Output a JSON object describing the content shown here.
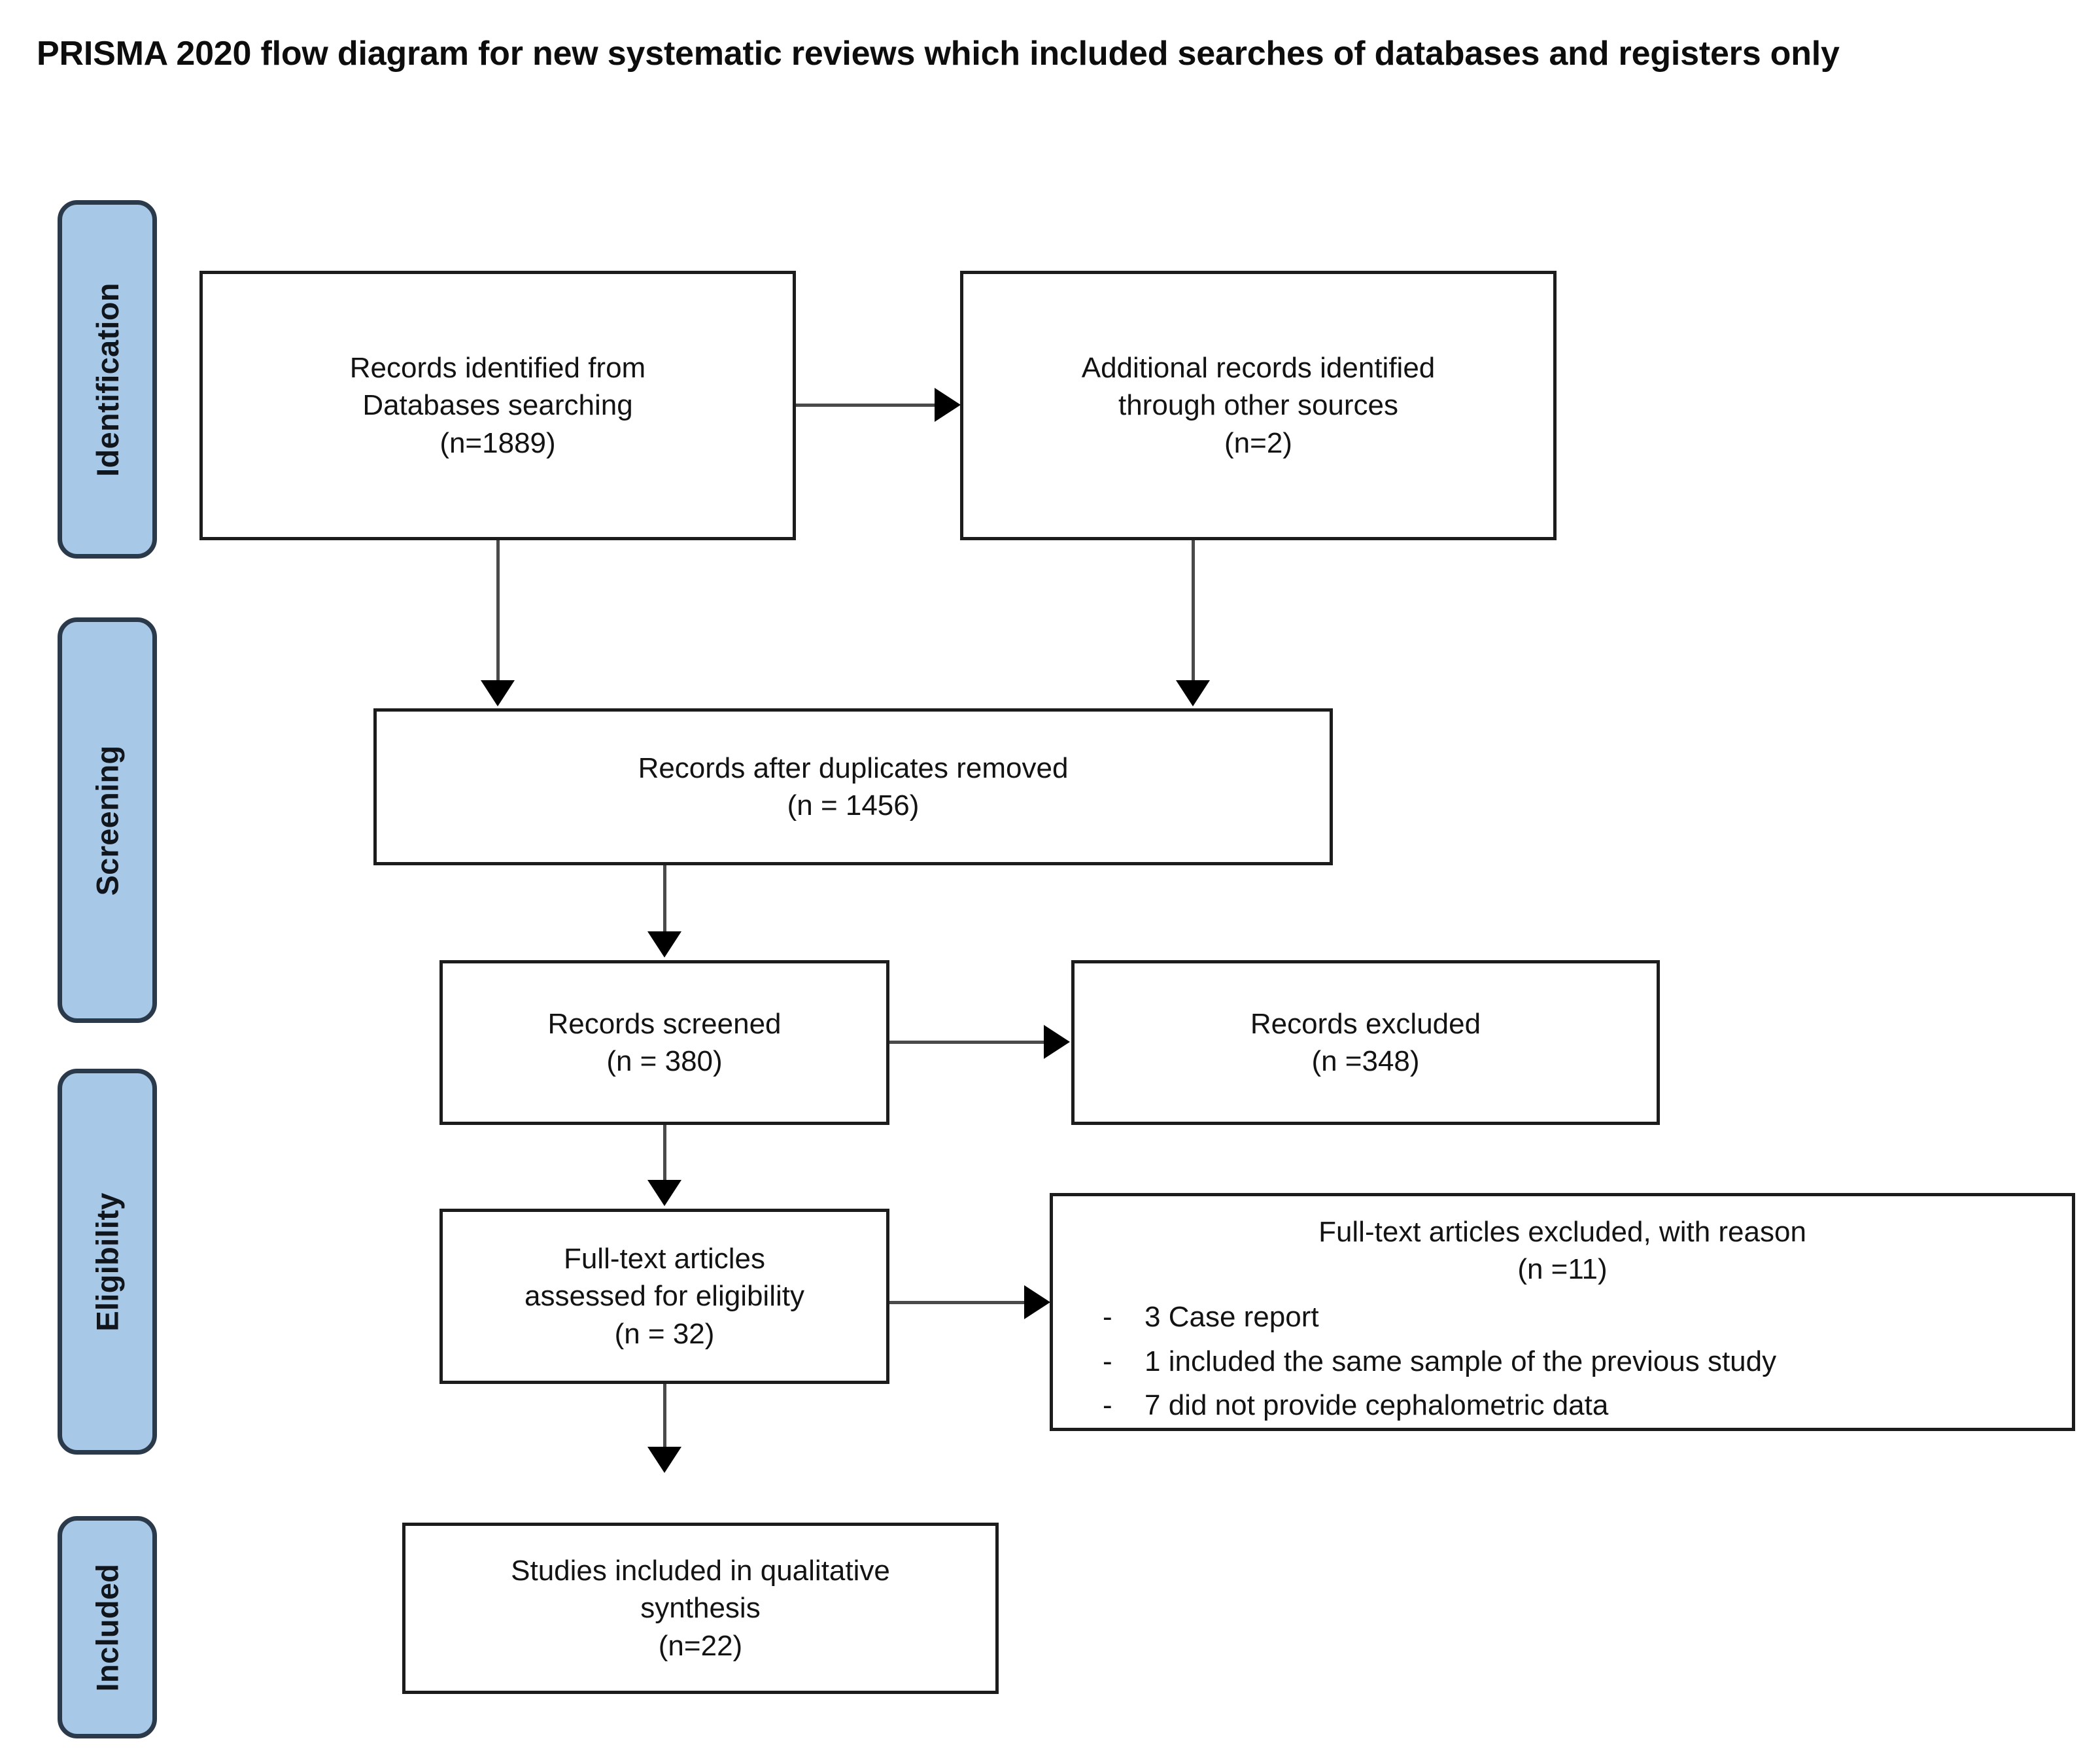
{
  "title": "PRISMA 2020 flow diagram for new systematic reviews which included searches of databases and registers only",
  "colors": {
    "phase_fill": "#a8c8e8",
    "phase_border": "#2b3a4a",
    "box_border": "#1c1c1c",
    "connector": "#4a4a4a",
    "text": "#131313"
  },
  "phases": [
    {
      "label": "Identification"
    },
    {
      "label": "Screening"
    },
    {
      "label": "Eligibility"
    },
    {
      "label": "Included"
    }
  ],
  "boxes": {
    "databases": {
      "line1": "Records identified from",
      "line2": "Databases searching",
      "count": "(n=1889)"
    },
    "other_sources": {
      "line1": "Additional records identified",
      "line2": "through other sources",
      "count": "(n=2)"
    },
    "after_duplicates": {
      "line1": "Records after duplicates removed",
      "count": "(n = 1456)"
    },
    "screened": {
      "line1": "Records screened",
      "count": "(n = 380)"
    },
    "records_excluded": {
      "line1": "Records excluded",
      "count": "(n =348)"
    },
    "fulltext_assessed": {
      "line1": "Full-text articles",
      "line2": "assessed for eligibility",
      "count": "(n = 32)"
    },
    "fulltext_excluded": {
      "heading": "Full-text articles excluded, with reason",
      "count": "(n =11)",
      "bullet_marker": "-",
      "reasons": [
        "3 Case report",
        "1 included the same sample of the previous study",
        "7 did not provide cephalometric data"
      ]
    },
    "included_studies": {
      "line1": "Studies included in qualitative",
      "line2": "synthesis",
      "count": "(n=22)"
    }
  },
  "chart_data": {
    "type": "flowchart",
    "title": "PRISMA 2020 flow diagram for new systematic reviews which included searches of databases and registers only",
    "nodes": [
      {
        "id": "databases",
        "phase": "Identification",
        "label": "Records identified from Databases searching",
        "n": 1889
      },
      {
        "id": "other_sources",
        "phase": "Identification",
        "label": "Additional records identified through other sources",
        "n": 2
      },
      {
        "id": "after_duplicates",
        "phase": "Screening",
        "label": "Records after duplicates removed",
        "n": 1456
      },
      {
        "id": "screened",
        "phase": "Screening",
        "label": "Records screened",
        "n": 380
      },
      {
        "id": "records_excluded",
        "phase": "Screening",
        "label": "Records excluded",
        "n": 348
      },
      {
        "id": "fulltext_assessed",
        "phase": "Eligibility",
        "label": "Full-text articles assessed for eligibility",
        "n": 32
      },
      {
        "id": "fulltext_excluded",
        "phase": "Eligibility",
        "label": "Full-text articles excluded, with reason",
        "n": 11
      },
      {
        "id": "included_studies",
        "phase": "Included",
        "label": "Studies included in qualitative synthesis",
        "n": 22
      }
    ],
    "edges": [
      {
        "from": "databases",
        "to": "other_sources",
        "direction": "right"
      },
      {
        "from": "databases",
        "to": "after_duplicates",
        "direction": "down"
      },
      {
        "from": "other_sources",
        "to": "after_duplicates",
        "direction": "down"
      },
      {
        "from": "after_duplicates",
        "to": "screened",
        "direction": "down"
      },
      {
        "from": "screened",
        "to": "records_excluded",
        "direction": "right"
      },
      {
        "from": "screened",
        "to": "fulltext_assessed",
        "direction": "down"
      },
      {
        "from": "fulltext_assessed",
        "to": "fulltext_excluded",
        "direction": "right"
      },
      {
        "from": "fulltext_assessed",
        "to": "included_studies",
        "direction": "down"
      }
    ]
  }
}
